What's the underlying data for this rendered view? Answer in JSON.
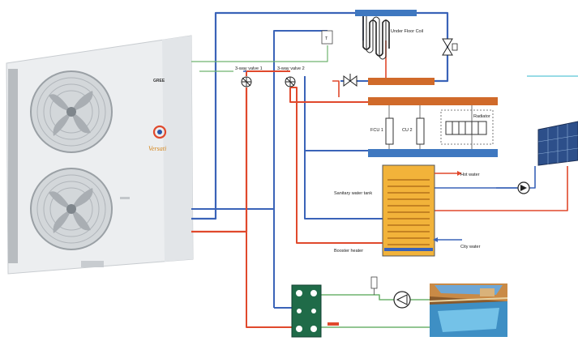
{
  "labels": {
    "under_floor_coil": "Under Floor Coil",
    "valve1": "3-way valve 1",
    "valve2": "3-way valve 2",
    "fcu1": "FCU 1",
    "fcu2": "CU 2",
    "radiator": "Radiator",
    "hot_water": "Hot water",
    "sanitary_tank": "Sanitary water tank",
    "booster_heater": "Booster heater",
    "city_water": "City water",
    "thermostat": "T",
    "unit_brand": "GREE",
    "unit_logo_text": "Versati"
  },
  "colors": {
    "supply_blue": "#3a63b8",
    "return_red": "#e0492c",
    "green_loop": "#6fb36f",
    "header_orange": "#d06a2a",
    "header_blue": "#3f78c0",
    "plate_hx": "#1f6b48",
    "tank_fill": "#f2b33a",
    "accent_cyan": "#5bc5d8"
  },
  "icons": [
    "fan-icon",
    "pump-icon",
    "valve-icon",
    "solar-panel-icon",
    "pool-icon",
    "thermostat-icon"
  ]
}
